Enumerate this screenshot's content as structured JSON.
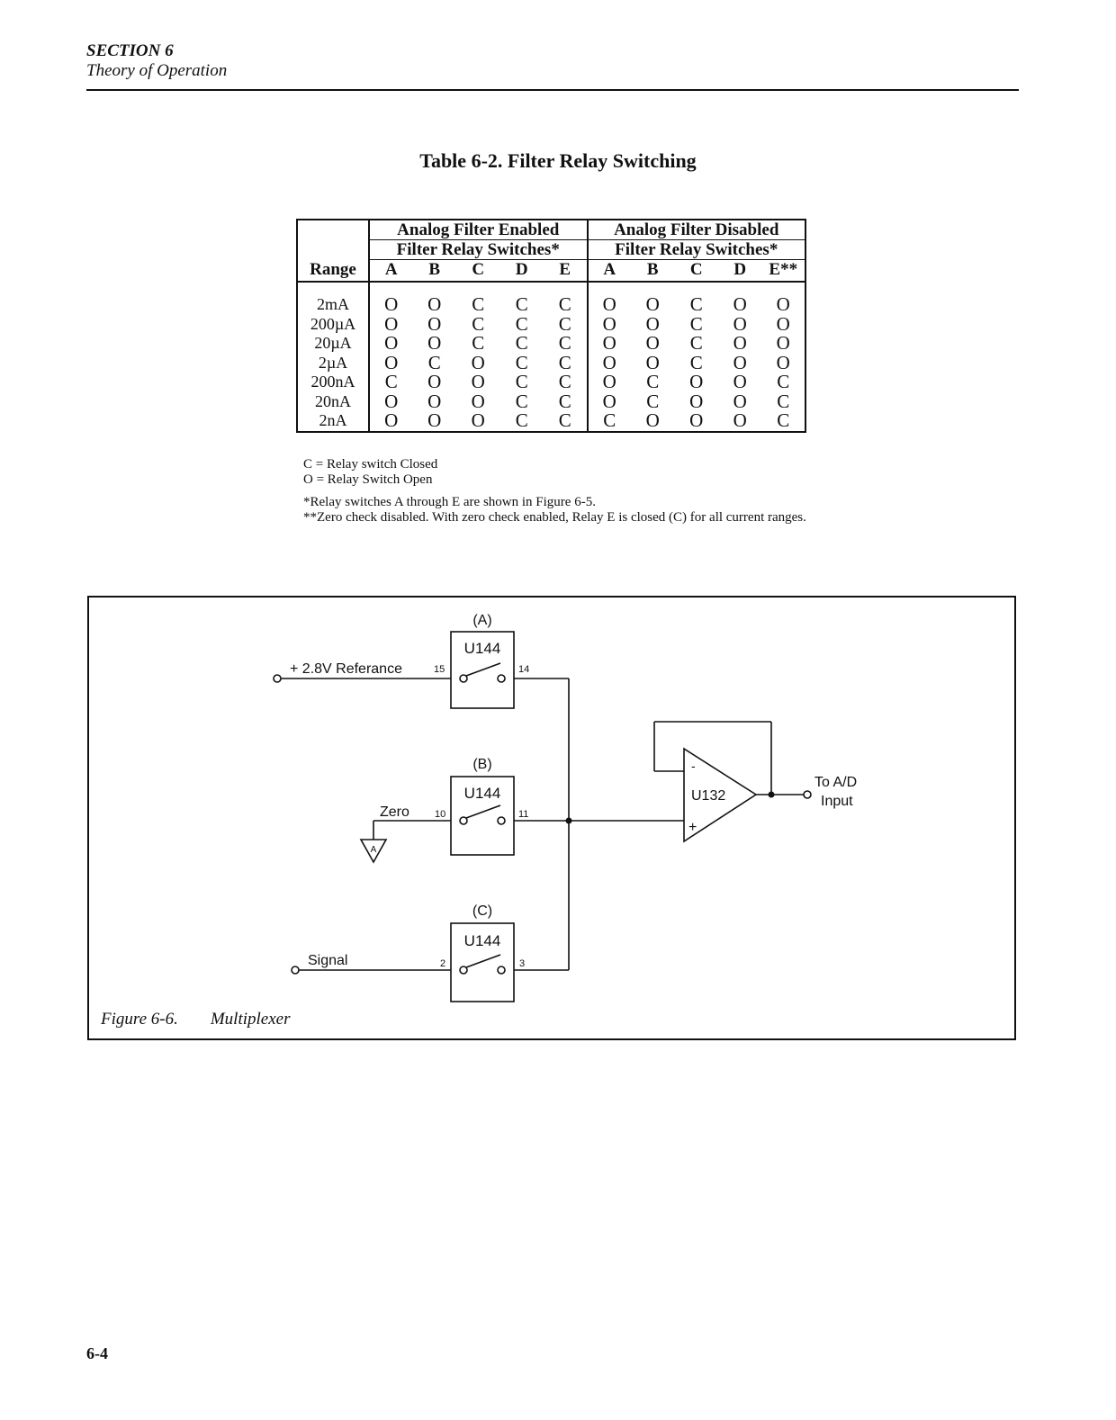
{
  "header": {
    "section": "SECTION 6",
    "title": "Theory of Operation"
  },
  "table": {
    "title": "Table 6-2.   Filter Relay Switching",
    "range_label": "Range",
    "groups": [
      {
        "heading": "Analog Filter Enabled",
        "subheading": "Filter Relay Switches*",
        "switches": [
          "A",
          "B",
          "C",
          "D",
          "E"
        ]
      },
      {
        "heading": "Analog Filter Disabled",
        "subheading": "Filter Relay Switches*",
        "switches": [
          "A",
          "B",
          "C",
          "D",
          "E**"
        ]
      }
    ],
    "rows": [
      {
        "range": "2mA",
        "enabled": [
          "O",
          "O",
          "C",
          "C",
          "C"
        ],
        "disabled": [
          "O",
          "O",
          "C",
          "O",
          "O"
        ]
      },
      {
        "range": "200µA",
        "enabled": [
          "O",
          "O",
          "C",
          "C",
          "C"
        ],
        "disabled": [
          "O",
          "O",
          "C",
          "O",
          "O"
        ]
      },
      {
        "range": "20µA",
        "enabled": [
          "O",
          "O",
          "C",
          "C",
          "C"
        ],
        "disabled": [
          "O",
          "O",
          "C",
          "O",
          "O"
        ]
      },
      {
        "range": "2µA",
        "enabled": [
          "O",
          "C",
          "O",
          "C",
          "C"
        ],
        "disabled": [
          "O",
          "O",
          "C",
          "O",
          "O"
        ]
      },
      {
        "range": "200nA",
        "enabled": [
          "C",
          "O",
          "O",
          "C",
          "C"
        ],
        "disabled": [
          "O",
          "C",
          "O",
          "O",
          "C"
        ]
      },
      {
        "range": "20nA",
        "enabled": [
          "O",
          "O",
          "O",
          "C",
          "C"
        ],
        "disabled": [
          "O",
          "C",
          "O",
          "O",
          "C"
        ]
      },
      {
        "range": "2nA",
        "enabled": [
          "O",
          "O",
          "O",
          "C",
          "C"
        ],
        "disabled": [
          "C",
          "O",
          "O",
          "O",
          "C"
        ]
      }
    ]
  },
  "notes": {
    "legend_c": "C = Relay switch Closed",
    "legend_o": "O = Relay Switch Open",
    "footnote_1": "*Relay switches A through E are shown in Figure 6-5.",
    "footnote_2": "**Zero check disabled. With zero check enabled, Relay E is closed (C) for all current ranges."
  },
  "figure": {
    "caption_number": "Figure 6-6.",
    "caption_name": "Multiplexer",
    "inputs": {
      "reference": "+ 2.8V Referance",
      "zero": "Zero",
      "signal": "Signal"
    },
    "switches": [
      {
        "label": "(A)",
        "chip": "U144",
        "pin_in": "15",
        "pin_out": "14"
      },
      {
        "label": "(B)",
        "chip": "U144",
        "pin_in": "10",
        "pin_out": "11"
      },
      {
        "label": "(C)",
        "chip": "U144",
        "pin_in": "2",
        "pin_out": "3"
      }
    ],
    "amp": {
      "chip": "U132",
      "minus": "-",
      "plus": "+"
    },
    "ground_label": "A",
    "output_line1": "To A/D",
    "output_line2": "Input"
  },
  "page_number": "6-4"
}
